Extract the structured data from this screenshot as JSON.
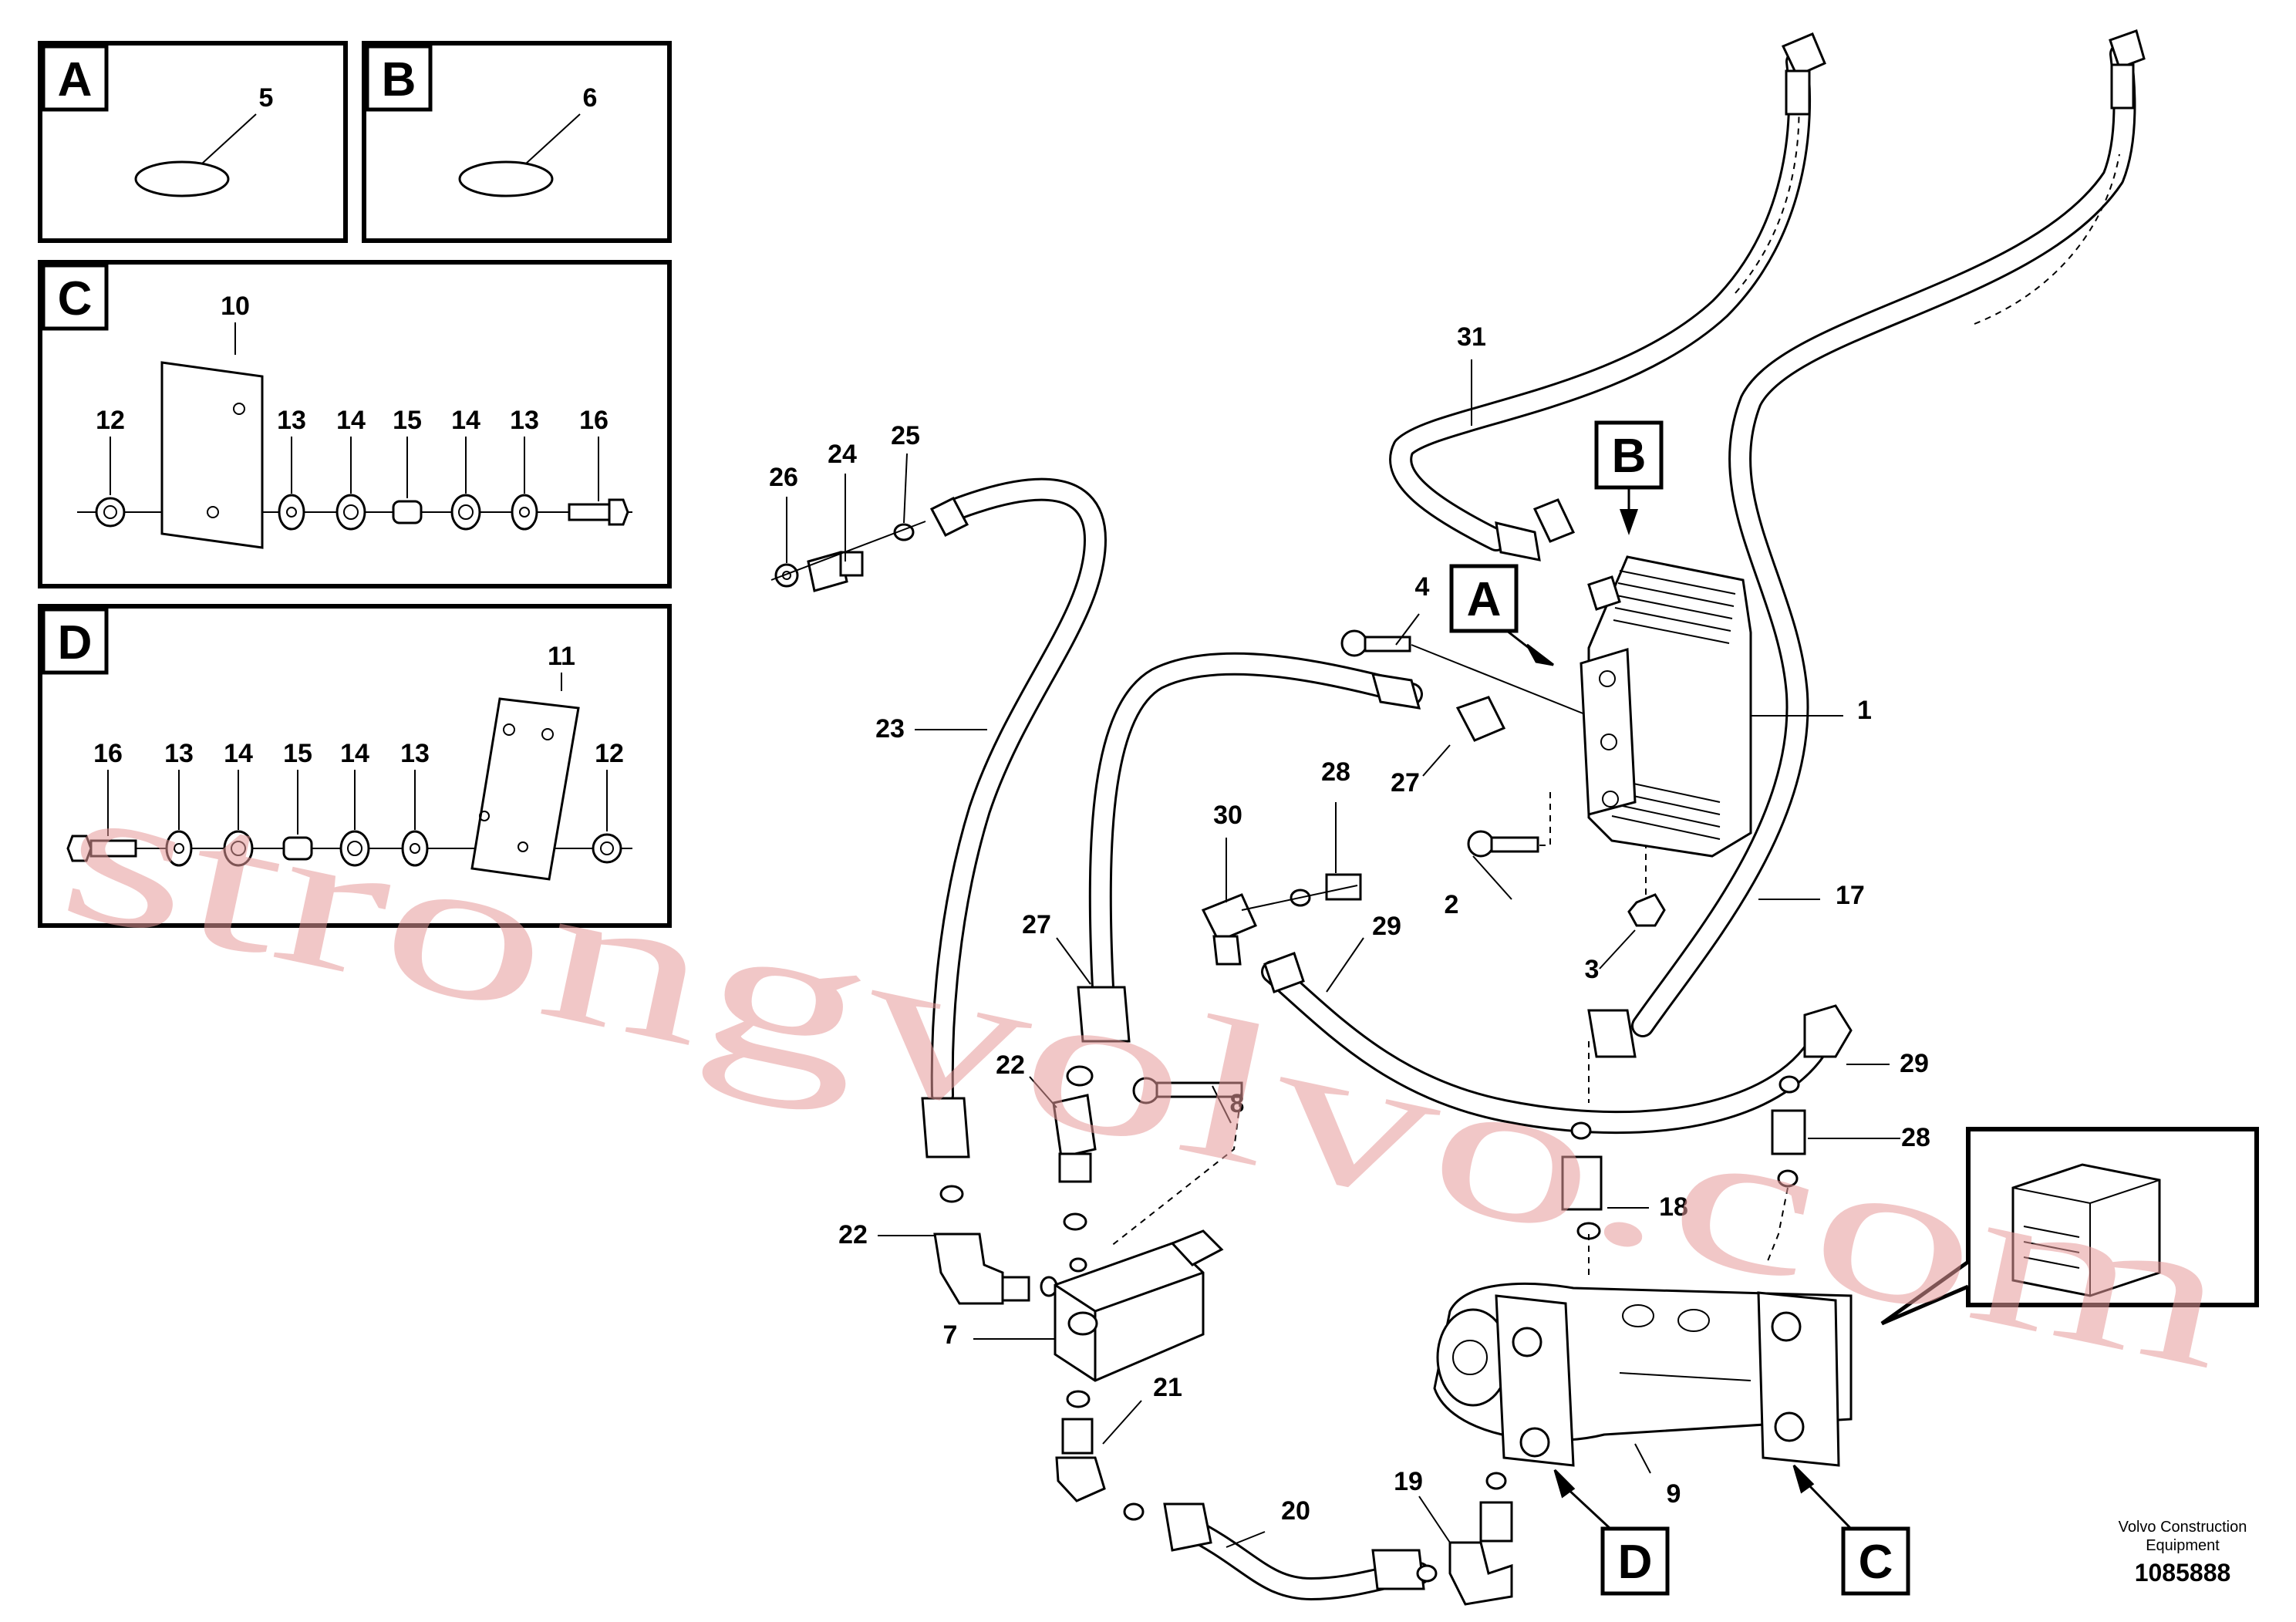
{
  "inset_panels": [
    {
      "key": "A",
      "part_numbers": [
        "5"
      ]
    },
    {
      "key": "B",
      "part_numbers": [
        "6"
      ]
    },
    {
      "key": "C",
      "part_numbers": [
        "10",
        "12",
        "13",
        "14",
        "15",
        "14",
        "13",
        "16"
      ]
    },
    {
      "key": "D",
      "part_numbers": [
        "11",
        "16",
        "13",
        "14",
        "15",
        "14",
        "13",
        "12"
      ]
    }
  ],
  "callouts": [
    "1",
    "2",
    "3",
    "4",
    "7",
    "8",
    "9",
    "17",
    "18",
    "19",
    "20",
    "21",
    "22",
    "22",
    "23",
    "24",
    "25",
    "26",
    "27",
    "27",
    "28",
    "28",
    "29",
    "29",
    "30",
    "31"
  ],
  "view_markers": [
    "A",
    "B",
    "C",
    "D"
  ],
  "credit": {
    "line1": "Volvo Construction",
    "line2": "Equipment",
    "doc_number": "1085888"
  },
  "watermark": "strongvolvo.com"
}
